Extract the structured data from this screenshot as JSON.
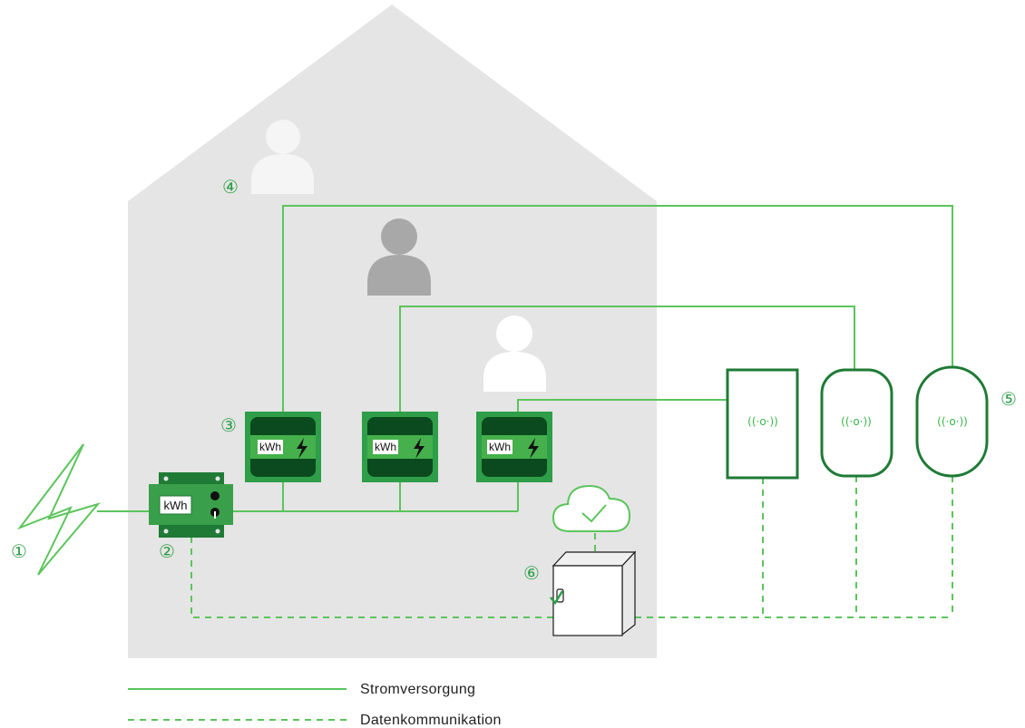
{
  "markers": {
    "m1": "①",
    "m2": "②",
    "m3": "③",
    "m4": "④",
    "m5": "⑤",
    "m6": "⑥"
  },
  "main_meter": {
    "label": "kWh"
  },
  "sub_meters": [
    {
      "label": "kWh"
    },
    {
      "label": "kWh"
    },
    {
      "label": "kWh"
    }
  ],
  "chargers": [
    {
      "symbol": "((·o·))"
    },
    {
      "symbol": "((·o·))"
    },
    {
      "symbol": "((·o·))"
    }
  ],
  "legend": {
    "power": "Stromversorgung",
    "data": "Datenkommunikation"
  },
  "colors": {
    "power_line": "#5cc45c",
    "data_line": "#5cc45c",
    "meter_dark": "#1f7a36",
    "meter_mid": "#2e9e48",
    "charger_outline": "#1f7a36",
    "house_fill": "#e5e5e5",
    "marker": "#2e9e48"
  }
}
